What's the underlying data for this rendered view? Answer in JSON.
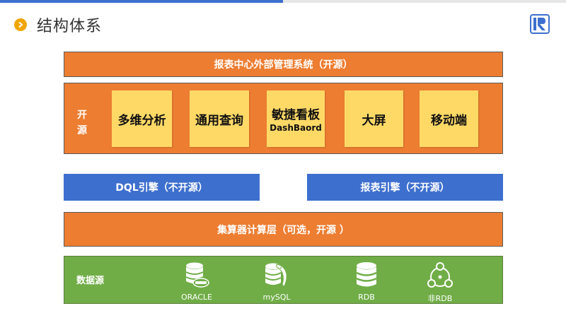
{
  "header": {
    "title": "结构体系"
  },
  "layers": {
    "external_mgmt": "报表中心外部管理系统（开源）",
    "open_source_label": "开\n源",
    "modules": [
      {
        "label": "多维分析",
        "sub": ""
      },
      {
        "label": "通用查询",
        "sub": ""
      },
      {
        "label": "敏捷看板",
        "sub": "DashBaord"
      },
      {
        "label": "大屏",
        "sub": ""
      },
      {
        "label": "移动端",
        "sub": ""
      }
    ],
    "dql_engine": "DQL引擎（不开源）",
    "report_engine": "报表引擎（不开源）",
    "esproc_layer": "集算器计算层（可选，开源 ）",
    "datasource_label": "数据源",
    "datasources": [
      {
        "caption": "ORACLE",
        "icon": "oracle-db-icon"
      },
      {
        "caption": "mySQL",
        "icon": "mysql-dolphin-icon"
      },
      {
        "caption": "RDB",
        "icon": "database-icon"
      },
      {
        "caption": "非RDB",
        "icon": "network-nodes-icon"
      }
    ]
  },
  "colors": {
    "orange": "#ed7d31",
    "blue": "#3d6fce",
    "green": "#70ad47",
    "yellow": "#ffd966",
    "accent": "#f0a500"
  }
}
